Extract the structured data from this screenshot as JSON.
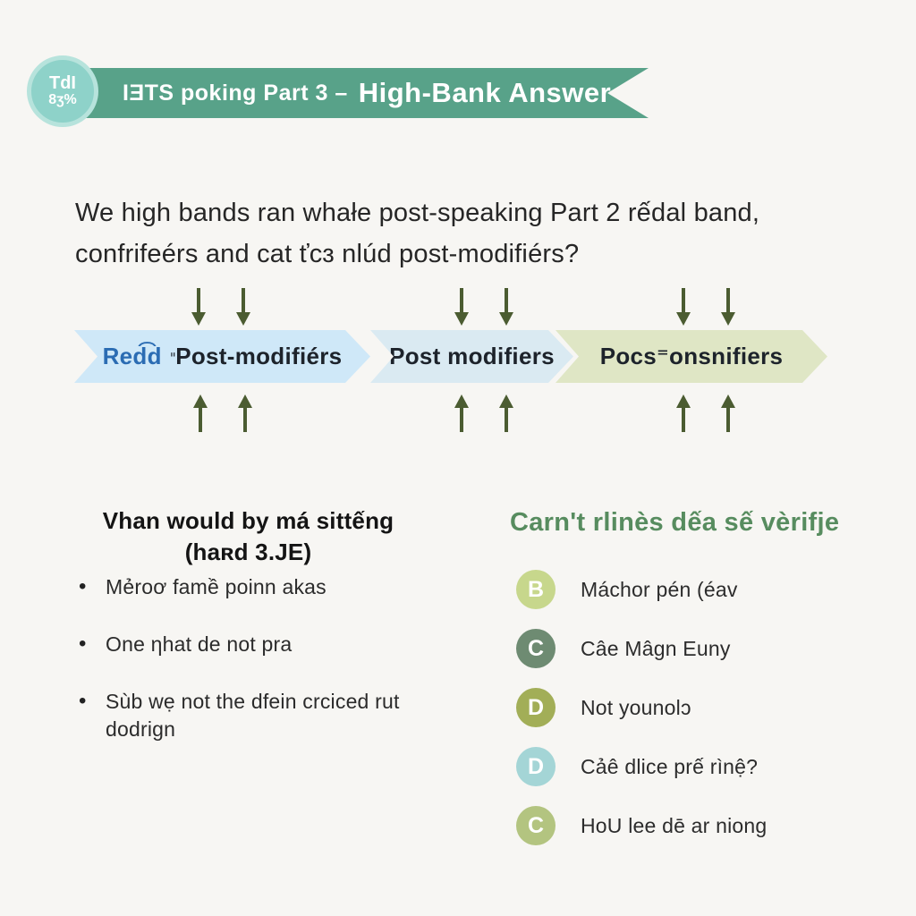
{
  "colors": {
    "background": "#f7f6f3",
    "ribbon_green": "#58a289",
    "badge_fill": "#8ed2c9",
    "badge_ring": "#b7e3dc",
    "arrow_green": "#4b5c31",
    "redd_blue": "#2b6cb3",
    "right_heading_green": "#578c5f"
  },
  "header": {
    "badge": {
      "line1": "TdI",
      "line2": "8ʒ%"
    },
    "ribbon": {
      "text_small": "IƎTS poking Part 3 –",
      "text_large": "High-Bank Answer"
    }
  },
  "question": {
    "line1": "We high bands ran whałe post-speaking Part 2 rếdal band,",
    "line2": "confrifeérs and cat ťcɜ nlúd post-modifiérs?"
  },
  "flow": {
    "arrow_color": "#4b5c31",
    "steps": [
      {
        "prefix": "Red͡d",
        "prefix_super": "ⁱⁱ",
        "prefix_color": "#2b6cb3",
        "label": "Post-modifiérs",
        "bg": "#cfe8f8"
      },
      {
        "label": "Post modifiers",
        "bg": "#daeaf2"
      },
      {
        "label": "Pocs⁼onsnifiers",
        "bg": "#dfe6c5"
      }
    ]
  },
  "left_panel": {
    "heading_line1": "Vhan would by má sittếng",
    "heading_line2": "(haʀd 3.JE)",
    "bullets": [
      "Mẻroơ famề poinn akas",
      "One ηhat de not pra",
      "Sùb wẹ not the dfein crciced rut dodrign"
    ]
  },
  "right_panel": {
    "heading": "Carn't rlinès dếa sế vèrifje",
    "items": [
      {
        "letter": "B",
        "color": "#c7d78c",
        "text": "Máchor pén (éav"
      },
      {
        "letter": "C",
        "color": "#6e8b72",
        "text": "Câe Mâgn Euny"
      },
      {
        "letter": "D",
        "color": "#a2ae57",
        "text": "Not younolɔ"
      },
      {
        "letter": "D",
        "color": "#a4d5d6",
        "text": "Cảê dlice prế rìnệ?"
      },
      {
        "letter": "C",
        "color": "#b3c480",
        "text": "HoU lee dē ar niong"
      }
    ]
  }
}
